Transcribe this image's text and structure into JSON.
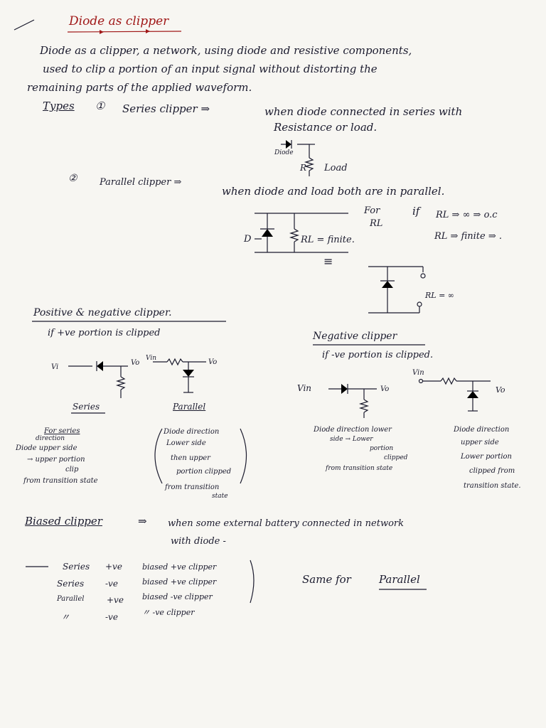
{
  "title": "Diode as clipper",
  "intro": {
    "line1": "Diode as a clipper, a network, using diode and resistive components,",
    "line2": "used to clip a portion of an input signal without distorting the",
    "line3": "remaining parts of the applied waveform."
  },
  "types": {
    "label": "Types",
    "item1_num": "①",
    "item1_name": "Series clipper ⇒",
    "item1_desc1": "when diode connected in series with",
    "item1_desc2": "Resistance or load.",
    "item2_num": "②",
    "item2_name": "Parallel clipper ⇒",
    "item2_desc": "when diode and load both are in parallel."
  },
  "series_fig": {
    "diode_label": "Diode",
    "r_label": "R",
    "load_label": "Load"
  },
  "parallel_fig": {
    "d_label": "D",
    "rl_label": "RL = finite.",
    "for_label": "For",
    "for_rl": "RL",
    "if_label": "if",
    "cond1": "RL ⇒ ∞ ⇒ o.c",
    "cond2": "RL ⇒ finite ⇒ .",
    "equiv": "≡",
    "rl_inf": "RL = ∞"
  },
  "positive_section": {
    "heading": "Positive & negative clipper.",
    "desc": "if +ve portion is clipped",
    "vi": "Vi",
    "vo": "Vo",
    "vin": "Vin",
    "series_label": "Series",
    "parallel_label": "Parallel",
    "series_note": [
      "For series",
      "direction",
      "Diode upper side",
      "→ upper portion",
      "clip",
      "from transition state"
    ],
    "parallel_note": [
      "Diode direction",
      "Lower side",
      "then upper",
      "portion clipped",
      "from transition",
      "state"
    ]
  },
  "negative_section": {
    "heading": "Negative clipper",
    "desc": "if -ve portion is clipped.",
    "vin": "Vin",
    "vo": "Vo",
    "vin2": "Vin",
    "vo2": "Vo",
    "series_note": [
      "Diode direction lower",
      "side → Lower",
      "portion",
      "clipped",
      "from transition state"
    ],
    "parallel_note": [
      "Diode direction",
      "upper side",
      "Lower portion",
      "clipped from",
      "transition state."
    ]
  },
  "biased": {
    "heading": "Biased clipper",
    "arrow": "⇒",
    "desc1": "when some external battery connected in network",
    "desc2": "with diode -",
    "rows": [
      {
        "a": "Series",
        "b": "+ve",
        "c": "biased +ve clipper"
      },
      {
        "a": "Series",
        "b": "-ve",
        "c": "biased +ve clipper"
      },
      {
        "a": "Parallel",
        "b": "+ve",
        "c": "biased -ve clipper"
      },
      {
        "a": "〃",
        "b": "-ve",
        "c": "〃   -ve clipper"
      }
    ],
    "same": "Same for",
    "same_parallel": "Parallel"
  },
  "colors": {
    "ink": "#1b1b2e",
    "title_ink": "#a01818",
    "paper": "#f7f6f2"
  }
}
